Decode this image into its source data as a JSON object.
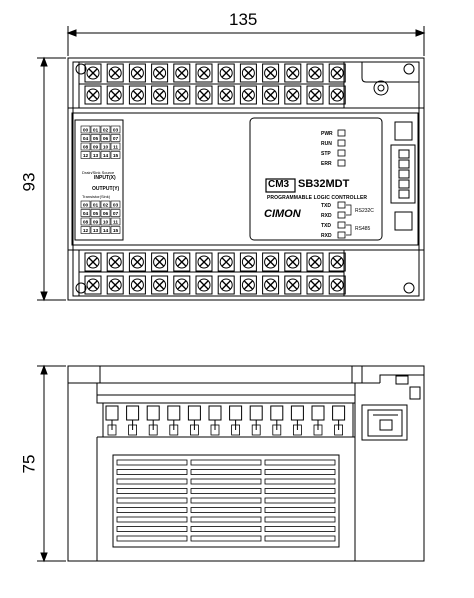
{
  "dimensions": {
    "width": "135",
    "height_top": "93",
    "height_side": "75"
  },
  "plc": {
    "model_box": "CM3",
    "model": "SB32MDT",
    "subtitle": "PROGRAMMABLE LOGIC CONTROLLER",
    "brand": "CIMON",
    "status_leds": [
      "PWR",
      "RUN",
      "STP",
      "ERR"
    ],
    "comm_leds": [
      "TXD",
      "RXD",
      "TXD",
      "RXD"
    ],
    "port_rs232": "RS232C",
    "port_rs485": "RS485"
  },
  "input_panel": {
    "caption_small": "Drain/Sink Source",
    "caption": "INPUT(X)",
    "cells": [
      "00",
      "01",
      "02",
      "03",
      "04",
      "05",
      "06",
      "07",
      "08",
      "09",
      "10",
      "11",
      "12",
      "13",
      "14",
      "15"
    ]
  },
  "output_panel": {
    "caption": "OUTPUT(Y)",
    "caption_small": "Transistor(Sink)",
    "cells": [
      "00",
      "01",
      "02",
      "03",
      "04",
      "05",
      "06",
      "07",
      "08",
      "09",
      "10",
      "11",
      "12",
      "13",
      "14",
      "15"
    ]
  }
}
